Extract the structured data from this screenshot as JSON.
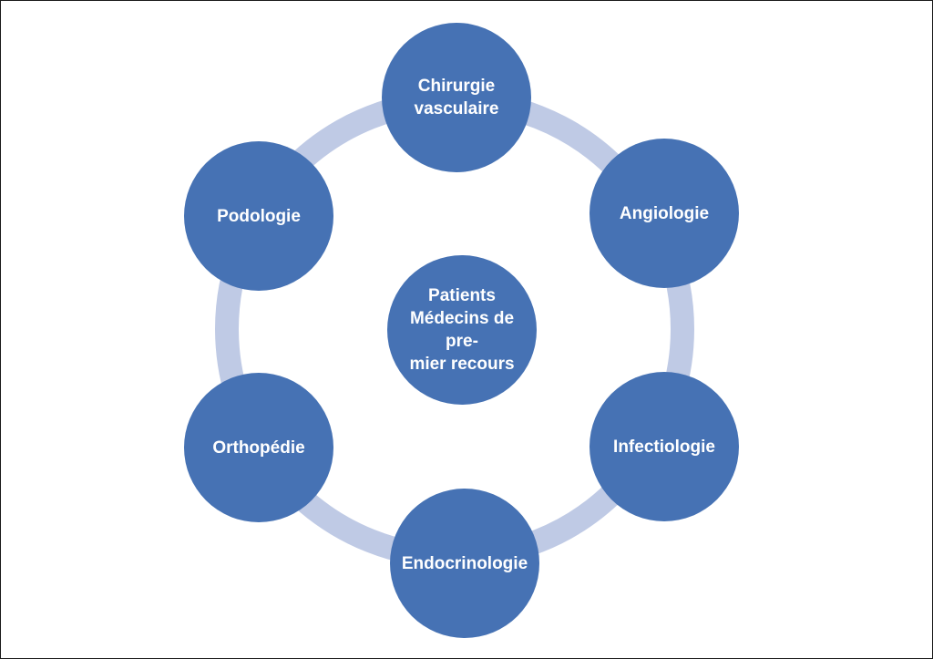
{
  "colors": {
    "node_fill": "#4672b4",
    "ring": "#bfcae5",
    "text": "#ffffff",
    "border": "#1a1a1a"
  },
  "center": {
    "label": "Patients\nMédecins de pre-\nmier recours"
  },
  "nodes": [
    {
      "label": "Chirurgie\nvasculaire"
    },
    {
      "label": "Angiologie"
    },
    {
      "label": "Infectiologie"
    },
    {
      "label": "Endocrinologie"
    },
    {
      "label": "Orthopédie"
    },
    {
      "label": "Podologie"
    }
  ]
}
